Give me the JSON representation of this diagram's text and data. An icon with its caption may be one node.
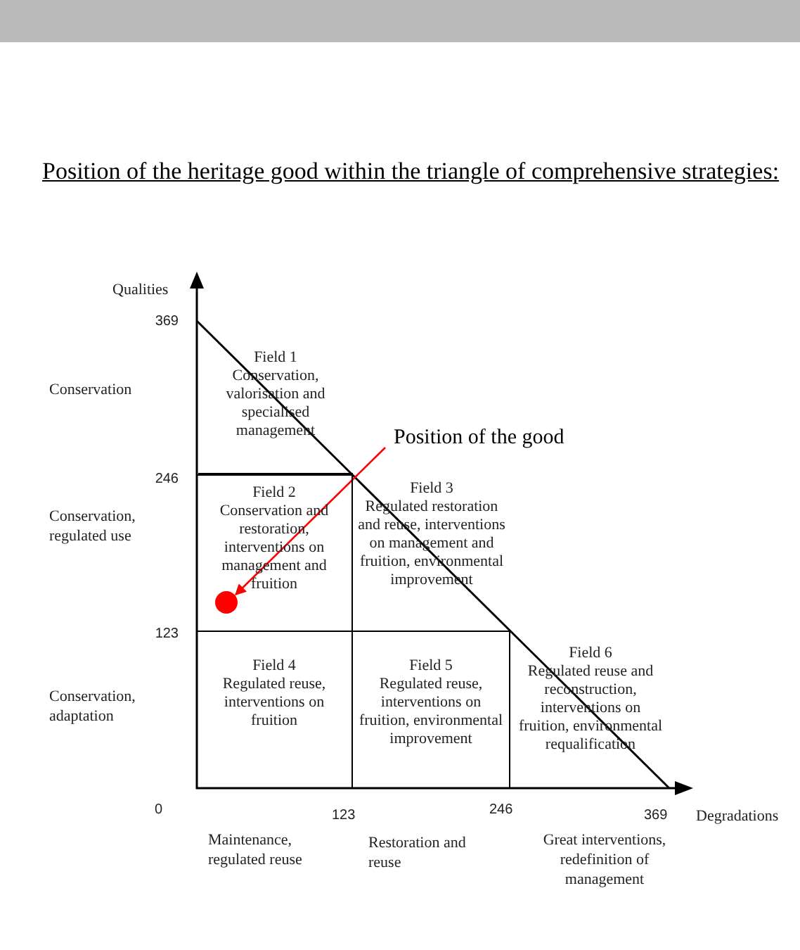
{
  "diagram": {
    "title": "Position of the heritage good within the triangle of comprehensive strategies:",
    "nodes": [
      {
        "text": [
          "Field 1",
          "Conservation, valorisation and specialised management"
        ]
      },
      {
        "text": [
          "Field 2",
          "Conservation and restoration, interventions on management and fruition"
        ]
      },
      {
        "text": [
          "Field 3",
          "Regulated restoration and reuse, interventions on management and fruition, environmental improvement"
        ]
      },
      {
        "text": [
          "Field 4",
          "Regulated reuse, interventions on fruition"
        ]
      },
      {
        "text": [
          "Field 5",
          "Regulated reuse, interventions on fruition, environmental improvement"
        ]
      },
      {
        "text": [
          "Field 6",
          "Regulated reuse and reconstruction, interventions on fruition, environmental requalification"
        ]
      },
      {
        "text": [
          "Position of the good"
        ]
      },
      {
        "text": [],
        "shape": "circle",
        "in": 1
      }
    ],
    "edges": [
      {
        "from": 6,
        "to": 7,
        "arrow": "to",
        "color": "#ff0000"
      }
    ],
    "labels": [
      "Qualities",
      "369",
      "Conservation",
      "246",
      "Conservation, regulated use",
      "123",
      "Conservation, adaptation",
      "0",
      "123",
      "246",
      "369",
      "Degradations",
      "Maintenance, regulated reuse",
      "Restoration and reuse",
      "Great interventions, redefinition of management"
    ]
  }
}
